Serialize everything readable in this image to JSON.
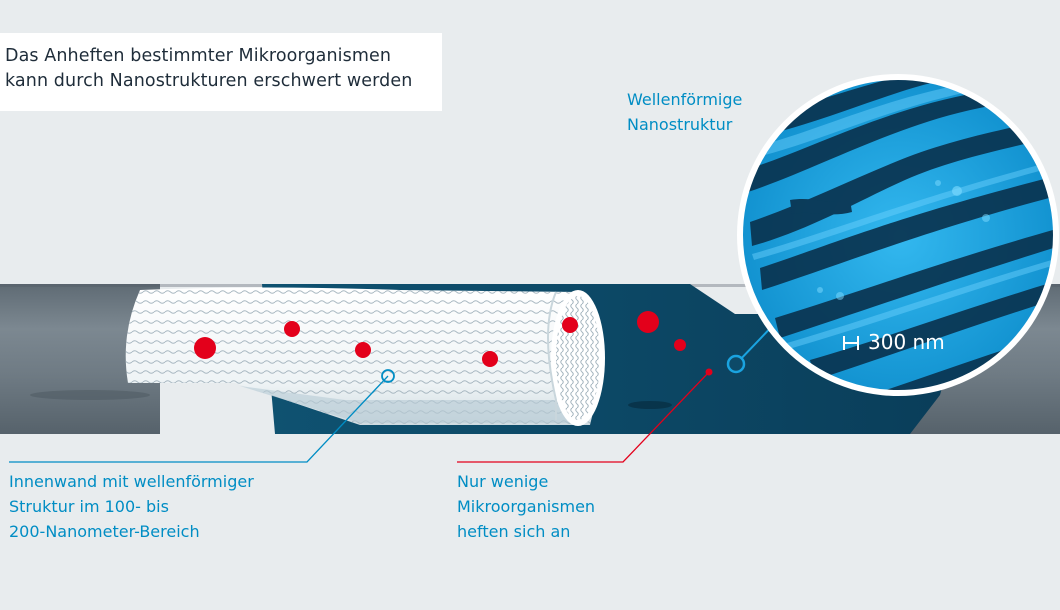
{
  "title": {
    "line1": "Das Anheften bestimmter Mikroorganismen",
    "line2": "kann durch Nanostrukturen erschwert werden"
  },
  "labels": {
    "inner_wall": {
      "line1": "Innenwand mit wellenförmiger",
      "line2": "Struktur im 100- bis",
      "line3": "200-Nanometer-Bereich"
    },
    "few_microorganisms": {
      "line1": "Nur wenige",
      "line2": "Mikroorganismen",
      "line3": "heften sich an"
    },
    "wavy_nanostructure": {
      "line1": "Wellenförmige",
      "line2": "Nanostruktur"
    }
  },
  "scale_bar": {
    "label": "300 nm"
  },
  "colors": {
    "background": "#e8ecee",
    "pipe_gray": "#77838c",
    "pipe_interior": "#0d4a68",
    "inner_wall": "#dfe7eb",
    "wave_lines": "#a8b7c0",
    "microorganism_red": "#e3001b",
    "label_blue": "#008dc4",
    "nanostructure_blue": "#1aa3e0",
    "nanostructure_dark": "#0a3350",
    "leader_red": "#e3001b"
  },
  "icons": {
    "magnifier": "magnifier-circle",
    "scale_bar": "scale-bar-icon",
    "callout_point": "callout-ring-icon"
  }
}
